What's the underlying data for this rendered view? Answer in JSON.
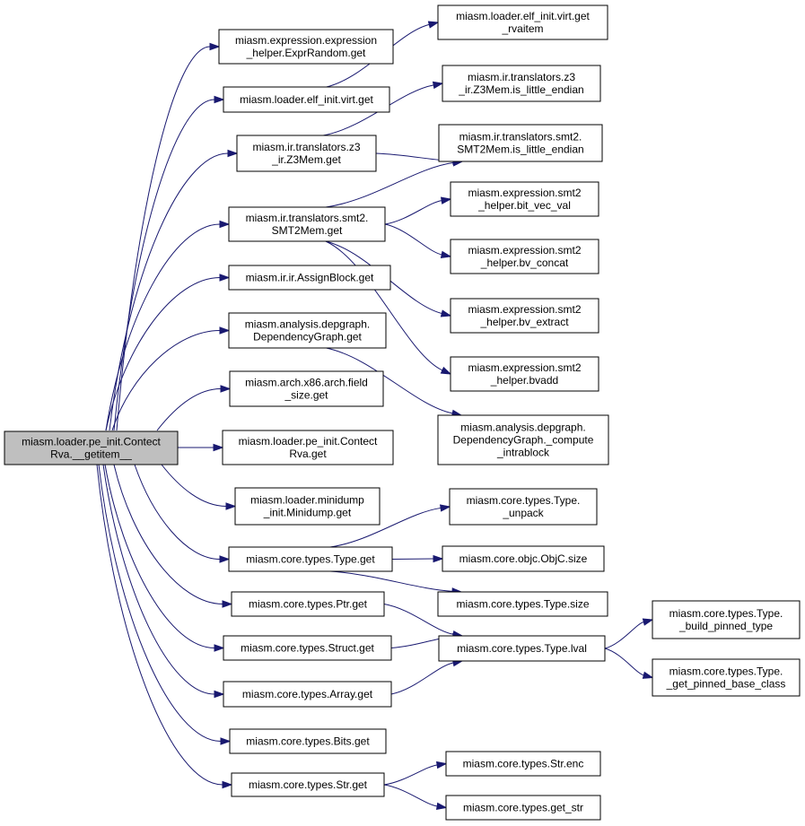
{
  "colors": {
    "edge": "#191970",
    "root_fill": "#bfbfbf",
    "node_fill": "#ffffff",
    "node_stroke": "#000000"
  },
  "nodes": {
    "root": [
      "miasm.loader.pe_init.Contect",
      "Rva.__getitem__"
    ],
    "exprrandom_get": [
      "miasm.expression.expression",
      "_helper.ExprRandom.get"
    ],
    "virt_get": [
      "miasm.loader.elf_init.virt.get"
    ],
    "virt_get_rvaitem": [
      "miasm.loader.elf_init.virt.get",
      "_rvaitem"
    ],
    "z3mem_get": [
      "miasm.ir.translators.z3",
      "_ir.Z3Mem.get"
    ],
    "z3mem_little_endian": [
      "miasm.ir.translators.z3",
      "_ir.Z3Mem.is_little_endian"
    ],
    "smt2mem_little_endian": [
      "miasm.ir.translators.smt2.",
      "SMT2Mem.is_little_endian"
    ],
    "smt2mem_get": [
      "miasm.ir.translators.smt2.",
      "SMT2Mem.get"
    ],
    "bit_vec_val": [
      "miasm.expression.smt2",
      "_helper.bit_vec_val"
    ],
    "bv_concat": [
      "miasm.expression.smt2",
      "_helper.bv_concat"
    ],
    "bv_extract": [
      "miasm.expression.smt2",
      "_helper.bv_extract"
    ],
    "bvadd": [
      "miasm.expression.smt2",
      "_helper.bvadd"
    ],
    "assignblock_get": [
      "miasm.ir.ir.AssignBlock.get"
    ],
    "depgraph_get": [
      "miasm.analysis.depgraph.",
      "DependencyGraph.get"
    ],
    "compute_intrablock": [
      "miasm.analysis.depgraph.",
      "DependencyGraph._compute",
      "_intrablock"
    ],
    "field_size_get": [
      "miasm.arch.x86.arch.field",
      "_size.get"
    ],
    "contectrva_get": [
      "miasm.loader.pe_init.Contect",
      "Rva.get"
    ],
    "minidump_get": [
      "miasm.loader.minidump",
      "_init.Minidump.get"
    ],
    "type_get": [
      "miasm.core.types.Type.get"
    ],
    "type_unpack": [
      "miasm.core.types.Type.",
      "_unpack"
    ],
    "objc_size": [
      "miasm.core.objc.ObjC.size"
    ],
    "type_size": [
      "miasm.core.types.Type.size"
    ],
    "ptr_get": [
      "miasm.core.types.Ptr.get"
    ],
    "type_lval": [
      "miasm.core.types.Type.lval"
    ],
    "build_pinned_type": [
      "miasm.core.types.Type.",
      "_build_pinned_type"
    ],
    "get_pinned_base_class": [
      "miasm.core.types.Type.",
      "_get_pinned_base_class"
    ],
    "struct_get": [
      "miasm.core.types.Struct.get"
    ],
    "array_get": [
      "miasm.core.types.Array.get"
    ],
    "bits_get": [
      "miasm.core.types.Bits.get"
    ],
    "str_get": [
      "miasm.core.types.Str.get"
    ],
    "str_enc": [
      "miasm.core.types.Str.enc"
    ],
    "get_str": [
      "miasm.core.types.get_str"
    ]
  },
  "edges": [
    [
      "root",
      "exprrandom_get"
    ],
    [
      "root",
      "virt_get"
    ],
    [
      "root",
      "z3mem_get"
    ],
    [
      "root",
      "smt2mem_get"
    ],
    [
      "root",
      "assignblock_get"
    ],
    [
      "root",
      "depgraph_get"
    ],
    [
      "root",
      "field_size_get"
    ],
    [
      "root",
      "contectrva_get"
    ],
    [
      "root",
      "minidump_get"
    ],
    [
      "root",
      "type_get"
    ],
    [
      "root",
      "ptr_get"
    ],
    [
      "root",
      "struct_get"
    ],
    [
      "root",
      "array_get"
    ],
    [
      "root",
      "bits_get"
    ],
    [
      "root",
      "str_get"
    ],
    [
      "virt_get",
      "virt_get_rvaitem"
    ],
    [
      "z3mem_get",
      "z3mem_little_endian"
    ],
    [
      "z3mem_get",
      "smt2mem_little_endian"
    ],
    [
      "smt2mem_get",
      "smt2mem_little_endian"
    ],
    [
      "smt2mem_get",
      "bit_vec_val"
    ],
    [
      "smt2mem_get",
      "bv_concat"
    ],
    [
      "smt2mem_get",
      "bv_extract"
    ],
    [
      "smt2mem_get",
      "bvadd"
    ],
    [
      "depgraph_get",
      "compute_intrablock"
    ],
    [
      "type_get",
      "type_unpack"
    ],
    [
      "type_get",
      "objc_size"
    ],
    [
      "type_get",
      "type_size"
    ],
    [
      "ptr_get",
      "type_lval"
    ],
    [
      "struct_get",
      "type_lval"
    ],
    [
      "array_get",
      "type_lval"
    ],
    [
      "type_lval",
      "build_pinned_type"
    ],
    [
      "type_lval",
      "get_pinned_base_class"
    ],
    [
      "str_get",
      "str_enc"
    ],
    [
      "str_get",
      "get_str"
    ]
  ]
}
